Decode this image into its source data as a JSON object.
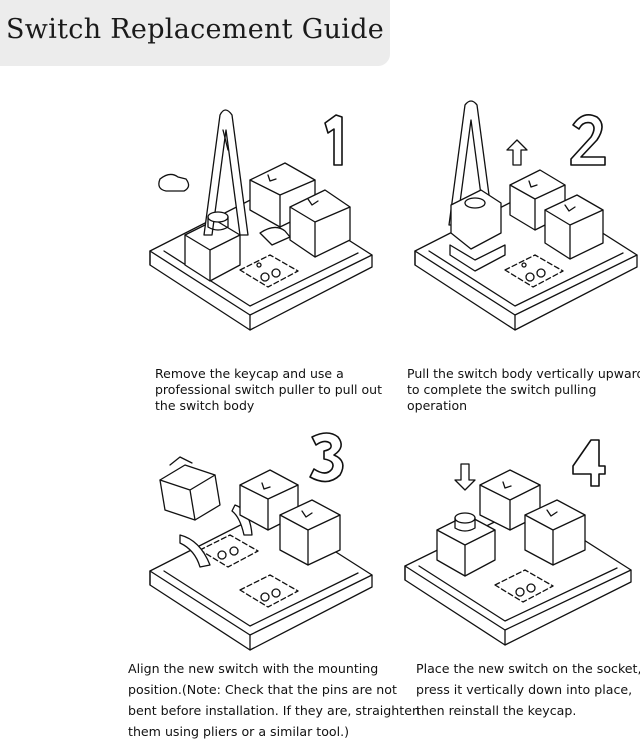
{
  "title": "Switch Replacement Guide",
  "steps": [
    {
      "number": "1",
      "lines": [
        "Remove the keycap and use a",
        "professional switch puller to pull out",
        "the switch body"
      ]
    },
    {
      "number": "2",
      "lines": [
        "Pull the switch body vertically upward",
        "to complete the switch pulling",
        "operation"
      ]
    },
    {
      "number": "3",
      "lines": [
        "Align the new switch with the mounting",
        "position.(Note: Check that the pins are not",
        "bent before installation. If they are, straighten",
        "them using  pliers or a similar tool.)"
      ]
    },
    {
      "number": "4",
      "lines": [
        "Place the new switch on the socket,",
        "press it vertically down into place,",
        "then reinstall the keycap."
      ]
    }
  ]
}
